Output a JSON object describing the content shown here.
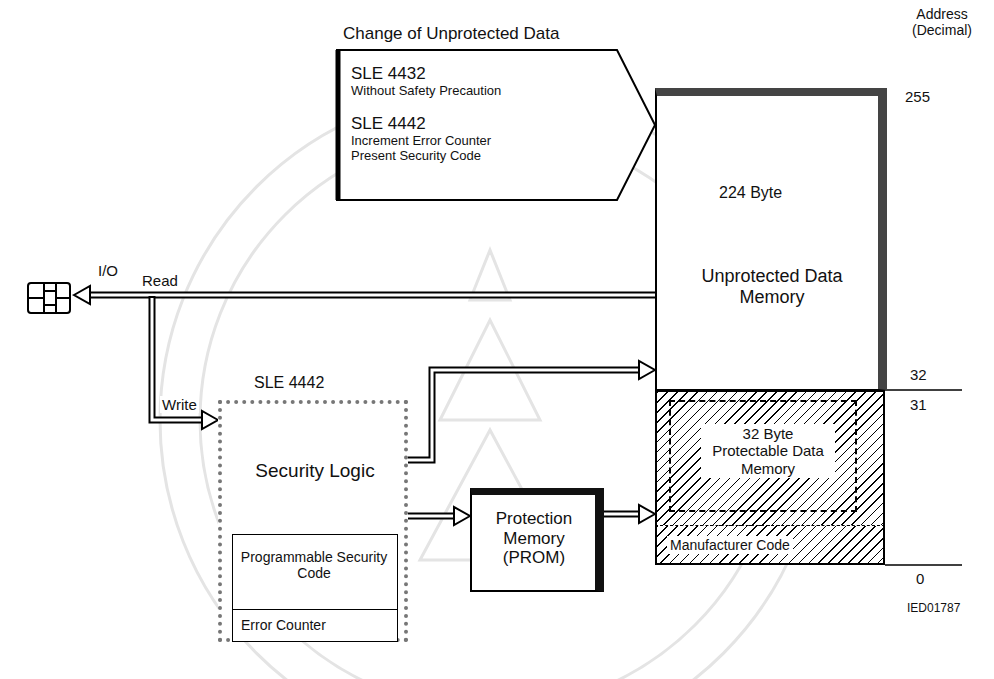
{
  "diagram": {
    "nodes": [
      {
        "text": [
          "Change of Unprotected Data",
          "SLE 4432",
          "Without Safety Precaution",
          "SLE 4442",
          "Increment Error Counter Present Security Code"
        ]
      },
      {
        "text": [
          "224 Byte",
          "Unprotected Data Memory"
        ]
      },
      {
        "text": [
          "32 Byte Protectable Data Memory"
        ]
      },
      {
        "text": [
          "Manufacturer Code"
        ]
      },
      {
        "text": [
          "SLE 4442",
          "Security Logic"
        ]
      },
      {
        "text": [
          "Programmable Security Code"
        ],
        "in": 4
      },
      {
        "text": [
          "Error Counter"
        ],
        "in": 4
      },
      {
        "text": [
          "Protection Memory (PROM)"
        ]
      }
    ],
    "edges": [
      {
        "from": 4,
        "to": 1,
        "arrow": "to"
      },
      {
        "from": 4,
        "to": 7,
        "arrow": "to"
      },
      {
        "from": 7,
        "to": 2,
        "arrow": "to"
      }
    ],
    "labels": [
      "Address (Decimal)",
      "255",
      "32",
      "31",
      "0",
      "I/O",
      "Read",
      "Write",
      "IED01787"
    ]
  }
}
